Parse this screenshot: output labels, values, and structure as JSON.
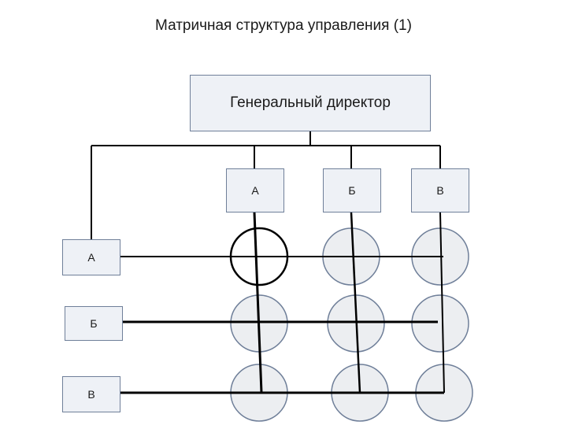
{
  "title": "Матричная структура управления (1)",
  "director": "Генеральный директор",
  "columns": [
    "А",
    "Б",
    "В"
  ],
  "rows": [
    "А",
    "Б",
    "В"
  ],
  "colors": {
    "box_fill": "#eef1f6",
    "box_border": "#6f7f99",
    "circle_fill": "#eceef1",
    "line": "#000000"
  }
}
